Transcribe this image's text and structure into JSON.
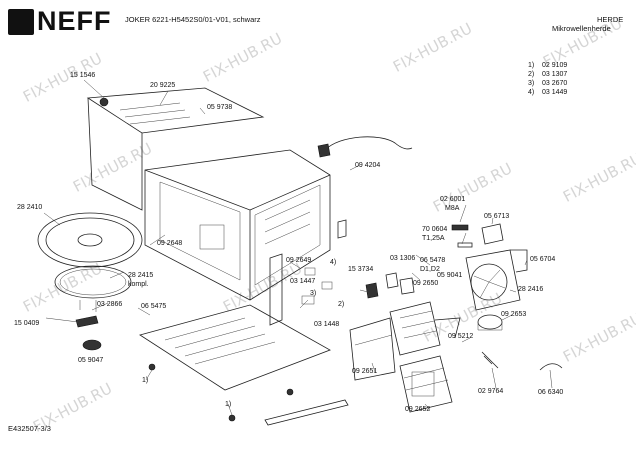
{
  "brand": "NEFF",
  "header": {
    "model": "JOKER 6221-H5452S0/01-V01, schwarz",
    "category": "HERDE",
    "subcategory": "Mikrowellenherde"
  },
  "legend": [
    {
      "key": "1)",
      "value": "02 9109"
    },
    {
      "key": "2)",
      "value": "03 1307"
    },
    {
      "key": "3)",
      "value": "03 2670"
    },
    {
      "key": "4)",
      "value": "03 1449"
    }
  ],
  "parts": {
    "p151546": "15 1546",
    "p209225": "20 9225",
    "p059738": "05 9738",
    "p094204": "09 4204",
    "p282410": "28 2410",
    "p092648": "09 2648",
    "p092649": "09 2649",
    "p282415": "28 2415",
    "kompl": "kompl.",
    "p032866": "03 2866",
    "p065475": "06 5475",
    "p150409": "15 0409",
    "p059047": "05 9047",
    "p031447": "03 1447",
    "p031448": "03 1448",
    "p153734": "15 3734",
    "p031306": "03 1306",
    "p065478": "06 5478",
    "d1d2": "D1,D2",
    "p026001": "02 6001",
    "m8a": "M8A",
    "p700604": "70 0604",
    "t125a": "T1,25A",
    "p056713": "05 6713",
    "p056704": "05 6704",
    "p059041": "05 9041",
    "p092650": "09 2650",
    "p282416": "28 2416",
    "p092653": "09 2653",
    "p095212": "09 5212",
    "p092651": "09 2651",
    "p092652": "09 2652",
    "p029764": "02 9764",
    "p066340": "06 6340",
    "c1a": "1)",
    "c1b": "1)",
    "c2": "2)",
    "c3": "3)",
    "c4": "4)"
  },
  "footer": {
    "code": "E432507-3/3"
  },
  "watermark": "FIX-HUB.RU",
  "colors": {
    "ink": "#111111",
    "watermark": "#c8c8c8",
    "background": "#ffffff"
  }
}
